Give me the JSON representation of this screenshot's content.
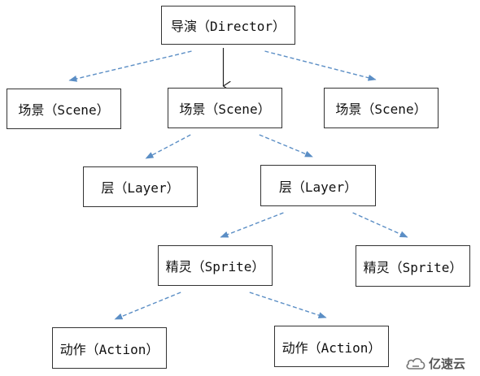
{
  "diagram": {
    "nodes": {
      "director": "导演（Director）",
      "scene_left": "场景（Scene）",
      "scene_center": "场景（Scene）",
      "scene_right": "场景（Scene）",
      "layer_left": "层（Layer）",
      "layer_right": "层（Layer）",
      "sprite_left": "精灵（Sprite）",
      "sprite_right": "精灵（Sprite）",
      "action_left": "动作（Action）",
      "action_right": "动作（Action）"
    },
    "edges": [
      {
        "from": "director",
        "to": "scene_left",
        "style": "dashed"
      },
      {
        "from": "director",
        "to": "scene_center",
        "style": "solid"
      },
      {
        "from": "director",
        "to": "scene_right",
        "style": "dashed"
      },
      {
        "from": "scene_center",
        "to": "layer_left",
        "style": "dashed"
      },
      {
        "from": "scene_center",
        "to": "layer_right",
        "style": "dashed"
      },
      {
        "from": "layer_right",
        "to": "sprite_left",
        "style": "dashed"
      },
      {
        "from": "layer_right",
        "to": "sprite_right",
        "style": "dashed"
      },
      {
        "from": "sprite_left",
        "to": "action_left",
        "style": "dashed"
      },
      {
        "from": "sprite_left",
        "to": "action_right",
        "style": "dashed"
      }
    ],
    "colors": {
      "dashed_edge": "#5b8ec5",
      "solid_edge": "#222222",
      "node_border": "#333333"
    }
  },
  "watermark": {
    "text": "亿速云",
    "icon": "cloud-logo-icon"
  }
}
